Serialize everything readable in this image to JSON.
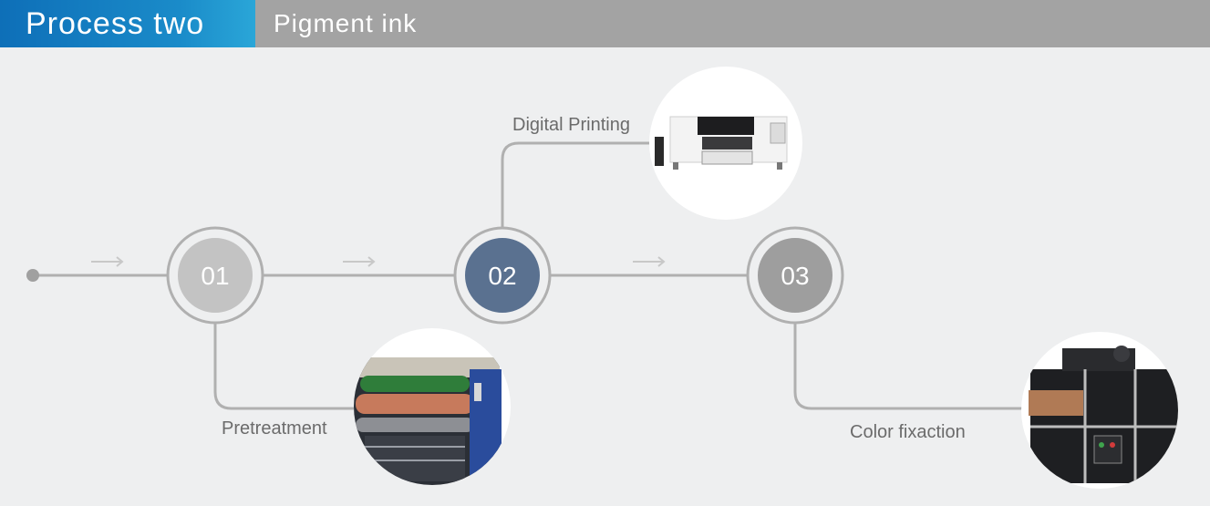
{
  "header": {
    "title": "Process two",
    "subtitle": "Pigment ink"
  },
  "steps": [
    {
      "number": "01",
      "label": "Pretreatment",
      "color": "#c3c3c3",
      "image_icon": "roller-coating-machine-icon"
    },
    {
      "number": "02",
      "label": "Digital Printing",
      "color": "#5a7190",
      "image_icon": "industrial-printer-icon"
    },
    {
      "number": "03",
      "label": "Color fixaction",
      "color": "#9e9e9e",
      "image_icon": "curing-oven-machine-icon"
    }
  ],
  "colors": {
    "line": "#b0b0b0",
    "accent": "#1a8bc9",
    "header_bg": "#a3a3a3"
  }
}
